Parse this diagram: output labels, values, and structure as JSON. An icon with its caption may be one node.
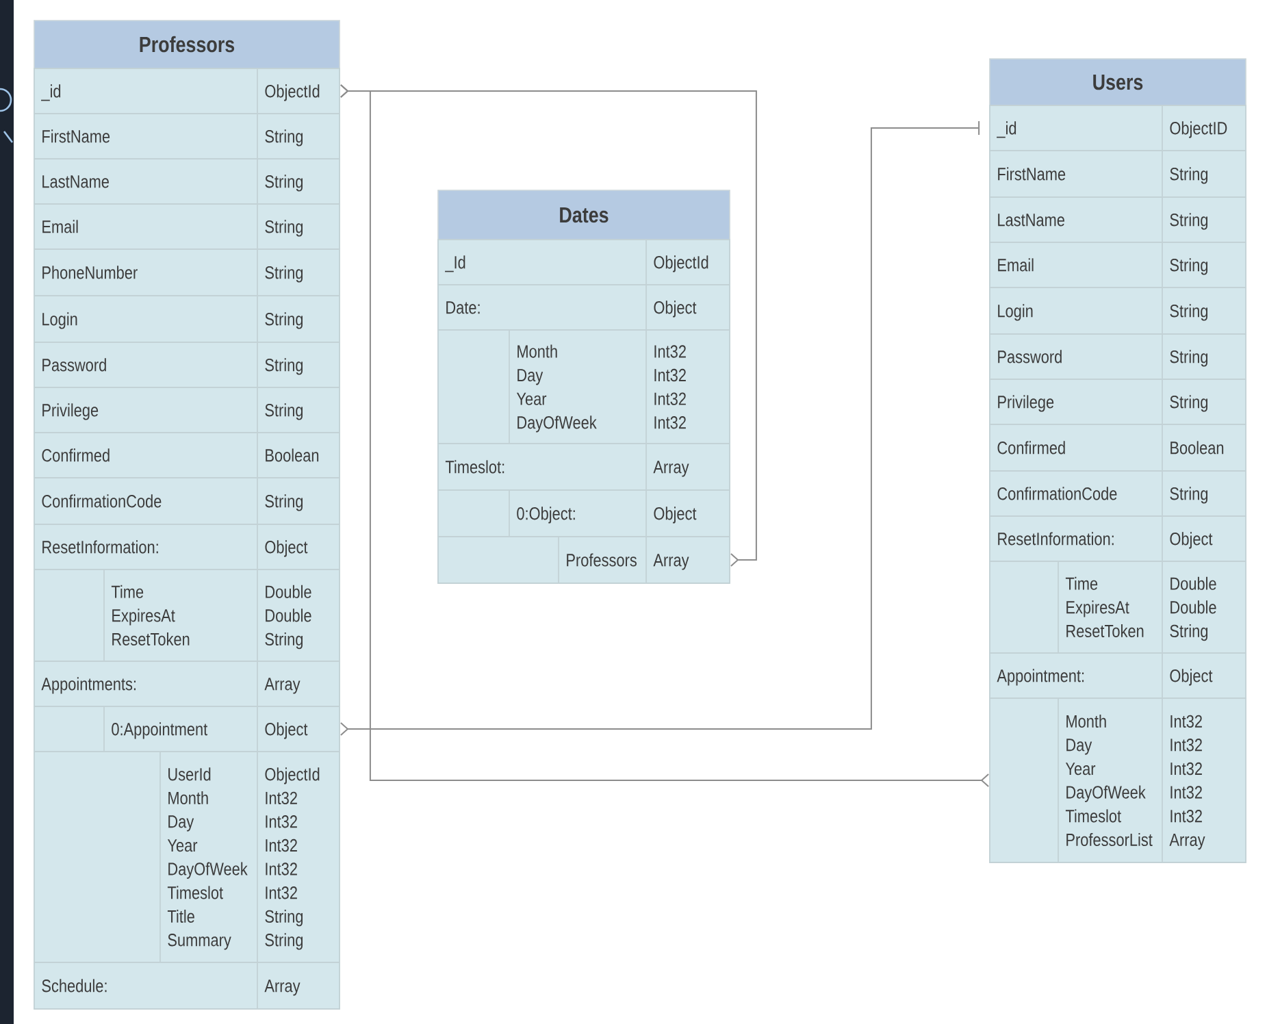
{
  "diagram": {
    "nodes": [
      {
        "text": [
          "Professors"
        ]
      },
      {
        "text": [
          "_id",
          "ObjectId"
        ],
        "in": 0
      },
      {
        "text": [
          "FirstName",
          "String"
        ],
        "in": 0
      },
      {
        "text": [
          "LastName",
          "String"
        ],
        "in": 0
      },
      {
        "text": [
          "Email",
          "String"
        ],
        "in": 0
      },
      {
        "text": [
          "PhoneNumber",
          "String"
        ],
        "in": 0
      },
      {
        "text": [
          "Login",
          "String"
        ],
        "in": 0
      },
      {
        "text": [
          "Password",
          "String"
        ],
        "in": 0
      },
      {
        "text": [
          "Privilege",
          "String"
        ],
        "in": 0
      },
      {
        "text": [
          "Confirmed",
          "Boolean"
        ],
        "in": 0
      },
      {
        "text": [
          "ConfirmationCode",
          "String"
        ],
        "in": 0
      },
      {
        "text": [
          "ResetInformation:",
          "Object"
        ],
        "in": 0
      },
      {
        "text": [
          "Time",
          "ExpiresAt",
          "ResetToken",
          "Double",
          "Double",
          "String"
        ],
        "in": 0
      },
      {
        "text": [
          "Appointments:",
          "Array"
        ],
        "in": 0
      },
      {
        "text": [
          "0:Appointment",
          "Object"
        ],
        "in": 0
      },
      {
        "text": [
          "UserId",
          "Month",
          "Day",
          "Year",
          "DayOfWeek",
          "Timeslot",
          "Title",
          "Summary",
          "ObjectId",
          "Int32",
          "Int32",
          "Int32",
          "Int32",
          "Int32",
          "String",
          "String"
        ],
        "in": 0
      },
      {
        "text": [
          "Schedule:",
          "Array"
        ],
        "in": 0
      },
      {
        "text": [
          "Dates"
        ]
      },
      {
        "text": [
          "_Id",
          "ObjectId"
        ],
        "in": 17
      },
      {
        "text": [
          "Date:",
          "Object"
        ],
        "in": 17
      },
      {
        "text": [
          "Month",
          "Day",
          "Year",
          "DayOfWeek",
          "Int32",
          "Int32",
          "Int32",
          "Int32"
        ],
        "in": 17
      },
      {
        "text": [
          "Timeslot:",
          "Array"
        ],
        "in": 17
      },
      {
        "text": [
          "0:Object:",
          "Object"
        ],
        "in": 17
      },
      {
        "text": [
          "Professors",
          "Array"
        ],
        "in": 17
      },
      {
        "text": [
          "Users"
        ]
      },
      {
        "text": [
          "_id",
          "ObjectID"
        ],
        "in": 24
      },
      {
        "text": [
          "FirstName",
          "String"
        ],
        "in": 24
      },
      {
        "text": [
          "LastName",
          "String"
        ],
        "in": 24
      },
      {
        "text": [
          "Email",
          "String"
        ],
        "in": 24
      },
      {
        "text": [
          "Login",
          "String"
        ],
        "in": 24
      },
      {
        "text": [
          "Password",
          "String"
        ],
        "in": 24
      },
      {
        "text": [
          "Privilege",
          "String"
        ],
        "in": 24
      },
      {
        "text": [
          "Confirmed",
          "Boolean"
        ],
        "in": 24
      },
      {
        "text": [
          "ConfirmationCode",
          "String"
        ],
        "in": 24
      },
      {
        "text": [
          "ResetInformation:",
          "Object"
        ],
        "in": 24
      },
      {
        "text": [
          "Time",
          "ExpiresAt",
          "ResetToken",
          "Double",
          "Double",
          "String"
        ],
        "in": 24
      },
      {
        "text": [
          "Appointment:",
          "Object"
        ],
        "in": 24
      },
      {
        "text": [
          "Month",
          "Day",
          "Year",
          "DayOfWeek",
          "Timeslot",
          "ProfessorList",
          "Int32",
          "Int32",
          "Int32",
          "Int32",
          "Int32",
          "Array"
        ],
        "in": 24
      }
    ],
    "edges": [
      {
        "from": 1,
        "to": 23,
        "arrow": "other"
      },
      {
        "from": 1,
        "to": 37,
        "arrow": "other"
      },
      {
        "from": 25,
        "to": 14,
        "arrow": "other"
      }
    ]
  }
}
